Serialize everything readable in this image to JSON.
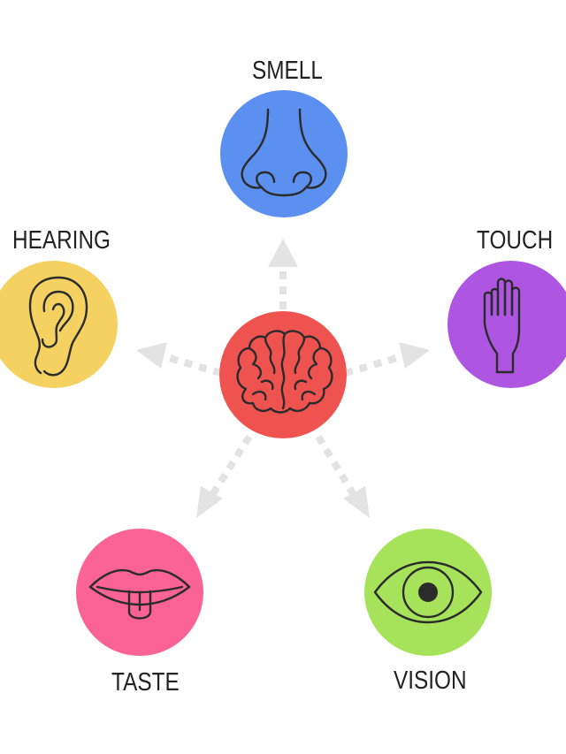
{
  "diagram": {
    "center": {
      "icon": "brain-icon",
      "color": "#ef5350"
    },
    "senses": [
      {
        "key": "smell",
        "label": "SMELL",
        "icon": "nose-icon",
        "color": "#5b8ff0"
      },
      {
        "key": "hearing",
        "label": "HEARING",
        "icon": "ear-icon",
        "color": "#f4d160"
      },
      {
        "key": "touch",
        "label": "TOUCH",
        "icon": "hand-icon",
        "color": "#ae55e2"
      },
      {
        "key": "taste",
        "label": "TASTE",
        "icon": "mouth-icon",
        "color": "#fb6296"
      },
      {
        "key": "vision",
        "label": "VISION",
        "icon": "eye-icon",
        "color": "#a6e35b"
      }
    ],
    "arrow_color": "#e3e3e3",
    "line_color": "#2b2b2b"
  }
}
